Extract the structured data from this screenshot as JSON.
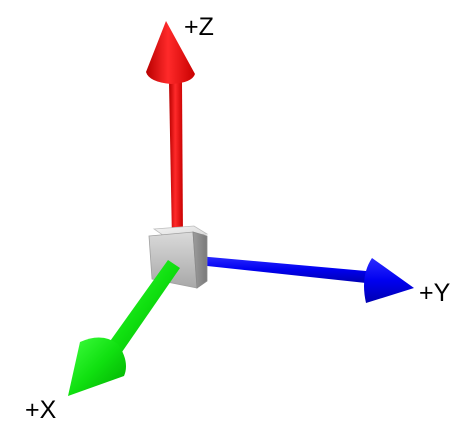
{
  "axes": {
    "z": {
      "label": "+Z",
      "color": "#ff0000"
    },
    "y": {
      "label": "+Y",
      "color": "#0000ff"
    },
    "x": {
      "label": "+X",
      "color": "#00ff00"
    }
  },
  "origin": {
    "color": "#c0c0c0"
  }
}
